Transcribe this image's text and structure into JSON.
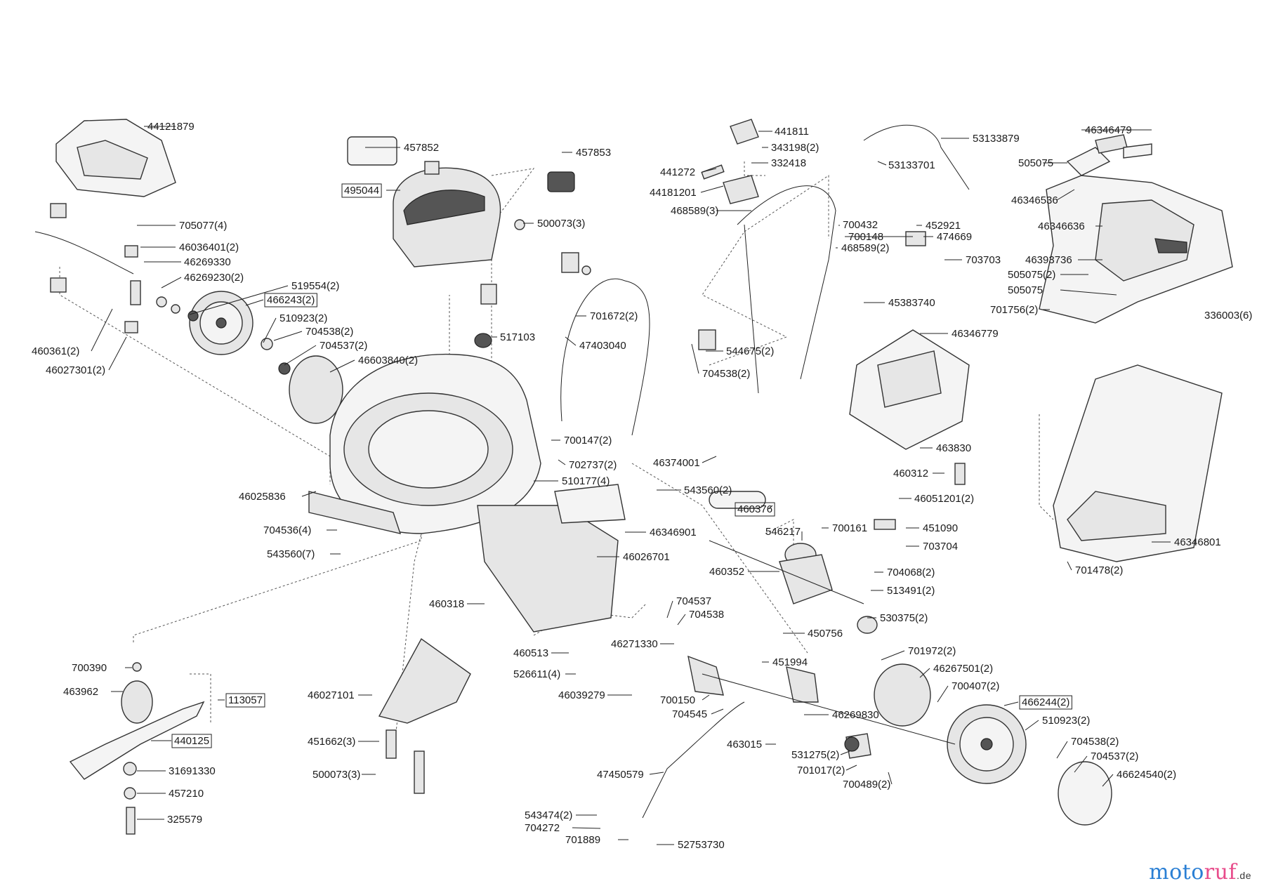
{
  "diagram": {
    "labels": [
      {
        "id": "p1",
        "text": "44121879",
        "boxed": false
      },
      {
        "id": "p2",
        "text": "457852",
        "boxed": false
      },
      {
        "id": "p3",
        "text": "457853",
        "boxed": false
      },
      {
        "id": "p4",
        "text": "495044",
        "boxed": true
      },
      {
        "id": "p5",
        "text": "500073(3)",
        "boxed": false
      },
      {
        "id": "p6",
        "text": "705077(4)",
        "boxed": false
      },
      {
        "id": "p7",
        "text": "46036401(2)",
        "boxed": false
      },
      {
        "id": "p8",
        "text": "46269330",
        "boxed": false
      },
      {
        "id": "p9",
        "text": "46269230(2)",
        "boxed": false
      },
      {
        "id": "p10",
        "text": "519554(2)",
        "boxed": false
      },
      {
        "id": "p11",
        "text": "466243(2)",
        "boxed": true
      },
      {
        "id": "p12",
        "text": "510923(2)",
        "boxed": false
      },
      {
        "id": "p13",
        "text": "704538(2)",
        "boxed": false
      },
      {
        "id": "p14",
        "text": "704537(2)",
        "boxed": false
      },
      {
        "id": "p15",
        "text": "46603840(2)",
        "boxed": false
      },
      {
        "id": "p16",
        "text": "460361(2)",
        "boxed": false
      },
      {
        "id": "p17",
        "text": "46027301(2)",
        "boxed": false
      },
      {
        "id": "p18",
        "text": "517103",
        "boxed": false
      },
      {
        "id": "p19",
        "text": "441811",
        "boxed": false
      },
      {
        "id": "p20",
        "text": "343198(2)",
        "boxed": false
      },
      {
        "id": "p21",
        "text": "332418",
        "boxed": false
      },
      {
        "id": "p22",
        "text": "441272",
        "boxed": false
      },
      {
        "id": "p23",
        "text": "44181201",
        "boxed": false
      },
      {
        "id": "p24",
        "text": "468589(3)",
        "boxed": false
      },
      {
        "id": "p25",
        "text": "53133879",
        "boxed": false
      },
      {
        "id": "p26",
        "text": "53133701",
        "boxed": false
      },
      {
        "id": "p27",
        "text": "700432",
        "boxed": false
      },
      {
        "id": "p28",
        "text": "452921",
        "boxed": false
      },
      {
        "id": "p29",
        "text": "700148",
        "boxed": false
      },
      {
        "id": "p30",
        "text": "474669",
        "boxed": false
      },
      {
        "id": "p31",
        "text": "468589(2)",
        "boxed": false
      },
      {
        "id": "p32",
        "text": "703703",
        "boxed": false
      },
      {
        "id": "p33",
        "text": "45383740",
        "boxed": false
      },
      {
        "id": "p34",
        "text": "701672(2)",
        "boxed": false
      },
      {
        "id": "p35",
        "text": "47403040",
        "boxed": false
      },
      {
        "id": "p36",
        "text": "544675(2)",
        "boxed": false
      },
      {
        "id": "p37",
        "text": "704538(2)",
        "boxed": false
      },
      {
        "id": "p38",
        "text": "46346779",
        "boxed": false
      },
      {
        "id": "p39",
        "text": "46346479",
        "boxed": false
      },
      {
        "id": "p40",
        "text": "505075",
        "boxed": false
      },
      {
        "id": "p41",
        "text": "46346536",
        "boxed": false
      },
      {
        "id": "p42",
        "text": "46346636",
        "boxed": false
      },
      {
        "id": "p43",
        "text": "46393736",
        "boxed": false
      },
      {
        "id": "p44",
        "text": "505075(2)",
        "boxed": false
      },
      {
        "id": "p45",
        "text": "505075",
        "boxed": false
      },
      {
        "id": "p46",
        "text": "701756(2)",
        "boxed": false
      },
      {
        "id": "p47",
        "text": "336003(6)",
        "boxed": false
      },
      {
        "id": "p48",
        "text": "700147(2)",
        "boxed": false
      },
      {
        "id": "p49",
        "text": "702737(2)",
        "boxed": false
      },
      {
        "id": "p50",
        "text": "510177(4)",
        "boxed": false
      },
      {
        "id": "p51",
        "text": "543560(2)",
        "boxed": false
      },
      {
        "id": "p52",
        "text": "46374001",
        "boxed": false
      },
      {
        "id": "p53",
        "text": "463830",
        "boxed": false
      },
      {
        "id": "p54",
        "text": "460312",
        "boxed": false
      },
      {
        "id": "p55",
        "text": "46051201(2)",
        "boxed": false
      },
      {
        "id": "p56",
        "text": "46025836",
        "boxed": false
      },
      {
        "id": "p57",
        "text": "704536(4)",
        "boxed": false
      },
      {
        "id": "p58",
        "text": "543560(7)",
        "boxed": false
      },
      {
        "id": "p59",
        "text": "46346901",
        "boxed": false
      },
      {
        "id": "p60",
        "text": "46026701",
        "boxed": false
      },
      {
        "id": "p61",
        "text": "460376",
        "boxed": true
      },
      {
        "id": "p62",
        "text": "546217",
        "boxed": false
      },
      {
        "id": "p63",
        "text": "700161",
        "boxed": false
      },
      {
        "id": "p64",
        "text": "451090",
        "boxed": false
      },
      {
        "id": "p65",
        "text": "703704",
        "boxed": false
      },
      {
        "id": "p66",
        "text": "46346801",
        "boxed": false
      },
      {
        "id": "p67",
        "text": "701478(2)",
        "boxed": false
      },
      {
        "id": "p68",
        "text": "460352",
        "boxed": false
      },
      {
        "id": "p69",
        "text": "704068(2)",
        "boxed": false
      },
      {
        "id": "p70",
        "text": "513491(2)",
        "boxed": false
      },
      {
        "id": "p71",
        "text": "460318",
        "boxed": false
      },
      {
        "id": "p72",
        "text": "704537",
        "boxed": false
      },
      {
        "id": "p73",
        "text": "704538",
        "boxed": false
      },
      {
        "id": "p74",
        "text": "530375(2)",
        "boxed": false
      },
      {
        "id": "p75",
        "text": "450756",
        "boxed": false
      },
      {
        "id": "p76",
        "text": "451994",
        "boxed": false
      },
      {
        "id": "p77",
        "text": "460513",
        "boxed": false
      },
      {
        "id": "p78",
        "text": "46271330",
        "boxed": false
      },
      {
        "id": "p79",
        "text": "526611(4)",
        "boxed": false
      },
      {
        "id": "p80",
        "text": "46039279",
        "boxed": false
      },
      {
        "id": "p81",
        "text": "700150",
        "boxed": false
      },
      {
        "id": "p82",
        "text": "704545",
        "boxed": false
      },
      {
        "id": "p83",
        "text": "701972(2)",
        "boxed": false
      },
      {
        "id": "p84",
        "text": "46267501(2)",
        "boxed": false
      },
      {
        "id": "p85",
        "text": "700407(2)",
        "boxed": false
      },
      {
        "id": "p86",
        "text": "466244(2)",
        "boxed": true
      },
      {
        "id": "p87",
        "text": "510923(2)",
        "boxed": false
      },
      {
        "id": "p88",
        "text": "46269830",
        "boxed": false
      },
      {
        "id": "p89",
        "text": "700390",
        "boxed": false
      },
      {
        "id": "p90",
        "text": "463962",
        "boxed": false
      },
      {
        "id": "p91",
        "text": "113057",
        "boxed": true
      },
      {
        "id": "p92",
        "text": "440125",
        "boxed": true
      },
      {
        "id": "p93",
        "text": "31691330",
        "boxed": false
      },
      {
        "id": "p94",
        "text": "457210",
        "boxed": false
      },
      {
        "id": "p95",
        "text": "325579",
        "boxed": false
      },
      {
        "id": "p96",
        "text": "46027101",
        "boxed": false
      },
      {
        "id": "p97",
        "text": "451662(3)",
        "boxed": false
      },
      {
        "id": "p98",
        "text": "500073(3)",
        "boxed": false
      },
      {
        "id": "p99",
        "text": "463015",
        "boxed": false
      },
      {
        "id": "p100",
        "text": "531275(2)",
        "boxed": false
      },
      {
        "id": "p101",
        "text": "701017(2)",
        "boxed": false
      },
      {
        "id": "p102",
        "text": "700489(2)",
        "boxed": false
      },
      {
        "id": "p103",
        "text": "704538(2)",
        "boxed": false
      },
      {
        "id": "p104",
        "text": "704537(2)",
        "boxed": false
      },
      {
        "id": "p105",
        "text": "46624540(2)",
        "boxed": false
      },
      {
        "id": "p106",
        "text": "47450579",
        "boxed": false
      },
      {
        "id": "p107",
        "text": "543474(2)",
        "boxed": false
      },
      {
        "id": "p108",
        "text": "704272",
        "boxed": false
      },
      {
        "id": "p109",
        "text": "701889",
        "boxed": false
      },
      {
        "id": "p110",
        "text": "52753730",
        "boxed": false
      }
    ]
  },
  "brand": {
    "part1": "moto",
    "part2": "ruf",
    "suffix": ".de"
  }
}
